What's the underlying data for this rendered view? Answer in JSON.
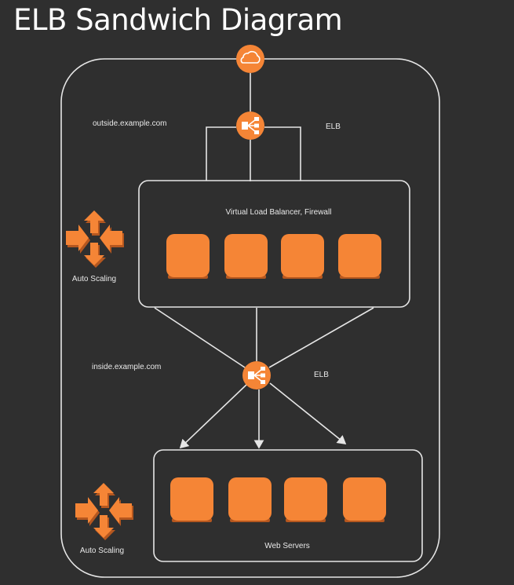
{
  "title": "ELB Sandwich Diagram",
  "labels": {
    "outside_dns": "outside.example.com",
    "outside_elb": "ELB",
    "inside_dns": "inside.example.com",
    "inside_elb": "ELB",
    "vlb_tier": "Virtual Load Balancer, Firewall",
    "web_tier": "Web Servers",
    "auto_scaling_1": "Auto Scaling",
    "auto_scaling_2": "Auto Scaling"
  },
  "colors": {
    "background": "#2f2f2f",
    "accent": "#f58536",
    "accent_dark": "#b5571f",
    "line": "#e6e6e6"
  },
  "icons": [
    "cloud-icon",
    "elb-icon",
    "auto-scaling-icon",
    "instance-icon"
  ]
}
